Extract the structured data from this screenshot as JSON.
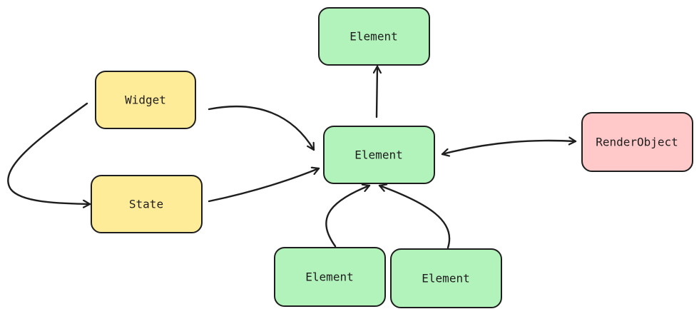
{
  "colors": {
    "widget_fill": "#ffec99",
    "element_fill": "#b2f2bb",
    "render_fill": "#ffc9c9",
    "stroke": "#1e1e1e"
  },
  "nodes": {
    "widget": {
      "label": "Widget"
    },
    "state": {
      "label": "State"
    },
    "element_center": {
      "label": "Element"
    },
    "element_top": {
      "label": "Element"
    },
    "element_bottom_left": {
      "label": "Element"
    },
    "element_bottom_right": {
      "label": "Element"
    },
    "render_object": {
      "label": "RenderObject"
    }
  }
}
